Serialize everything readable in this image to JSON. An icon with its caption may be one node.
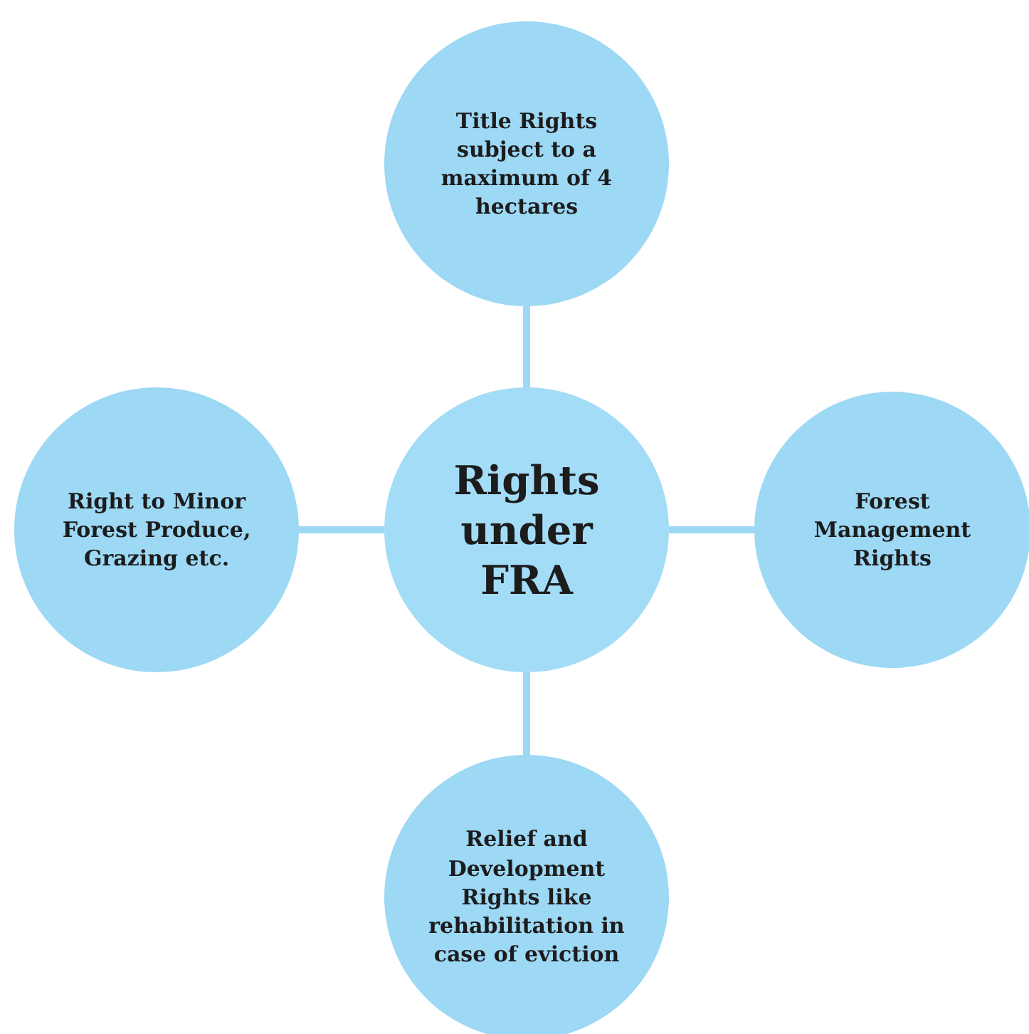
{
  "diagram": {
    "nodes": [
      {
        "text": [
          "Title Rights subject to a maximum of 4 hectares"
        ]
      },
      {
        "text": [
          "Right to Minor Forest Produce, Grazing etc."
        ]
      },
      {
        "text": [
          "Rights under FRA"
        ]
      },
      {
        "text": [
          "Forest Management Rights"
        ]
      },
      {
        "text": [
          "Relief and Development Rights like rehabilitation in case of eviction"
        ]
      }
    ],
    "edges": [
      {
        "from": 2,
        "to": 0,
        "arrow": "none"
      },
      {
        "from": 2,
        "to": 1,
        "arrow": "none"
      },
      {
        "from": 2,
        "to": 3,
        "arrow": "none"
      },
      {
        "from": 2,
        "to": 4,
        "arrow": "none"
      }
    ]
  }
}
